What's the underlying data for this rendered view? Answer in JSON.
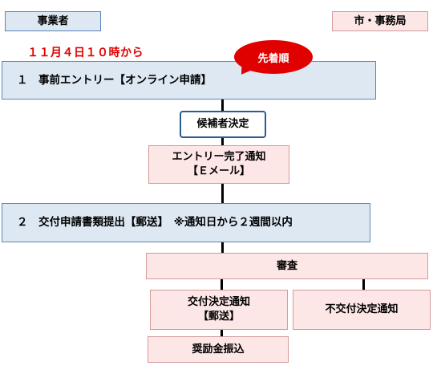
{
  "header": {
    "left_label": "事業者",
    "right_label": "市・事務局"
  },
  "start_time": "１１月４日１０時から",
  "badge": "先着順",
  "steps": {
    "step1": "１　事前エントリー【オンライン申請】",
    "candidate": "候補者決定",
    "entry_notice_line1": "エントリー完了通知",
    "entry_notice_line2": "【Ｅメール】",
    "step2": "２　交付申請書類提出【郵送】　※通知日から２週間以内",
    "review": "審査",
    "grant_notice_line1": "交付決定通知",
    "grant_notice_line2": "【郵送】",
    "non_grant_notice": "不交付決定通知",
    "payment": "奨励金振込"
  },
  "colors": {
    "blue_fill": "#dde8f3",
    "pink_fill": "#fde6e6",
    "accent_red": "#e00000",
    "candidate_border": "#2a5d8f"
  }
}
